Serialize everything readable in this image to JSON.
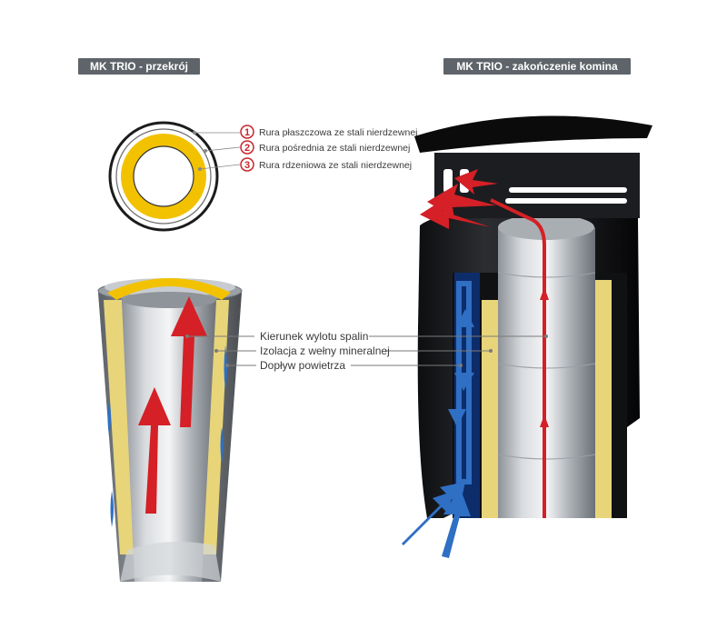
{
  "titles": {
    "left": "MK TRIO - przekrój",
    "right": "MK TRIO - zakończenie komina"
  },
  "legend": [
    {
      "num": "1",
      "label": "Rura płaszczowa ze stali nierdzewnej"
    },
    {
      "num": "2",
      "label": "Rura pośrednia ze stali nierdzewnej"
    },
    {
      "num": "3",
      "label": "Rura rdzeniowa ze stali nierdzewnej"
    }
  ],
  "callouts": [
    {
      "label": "Kierunek wylotu spalin"
    },
    {
      "label": "Izolacja z wełny mineralnej"
    },
    {
      "label": "Dopływ powietrza"
    }
  ],
  "colors": {
    "header_bg": "#5e6469",
    "insulation": "#f2c200",
    "insulation_light": "#e8d57a",
    "exhaust_arrow": "#d42026",
    "air_arrow": "#2f6fc4",
    "marker_red": "#c9252c",
    "steel": "#b9bdc2",
    "jacket_dark": "#1b1c1e"
  }
}
